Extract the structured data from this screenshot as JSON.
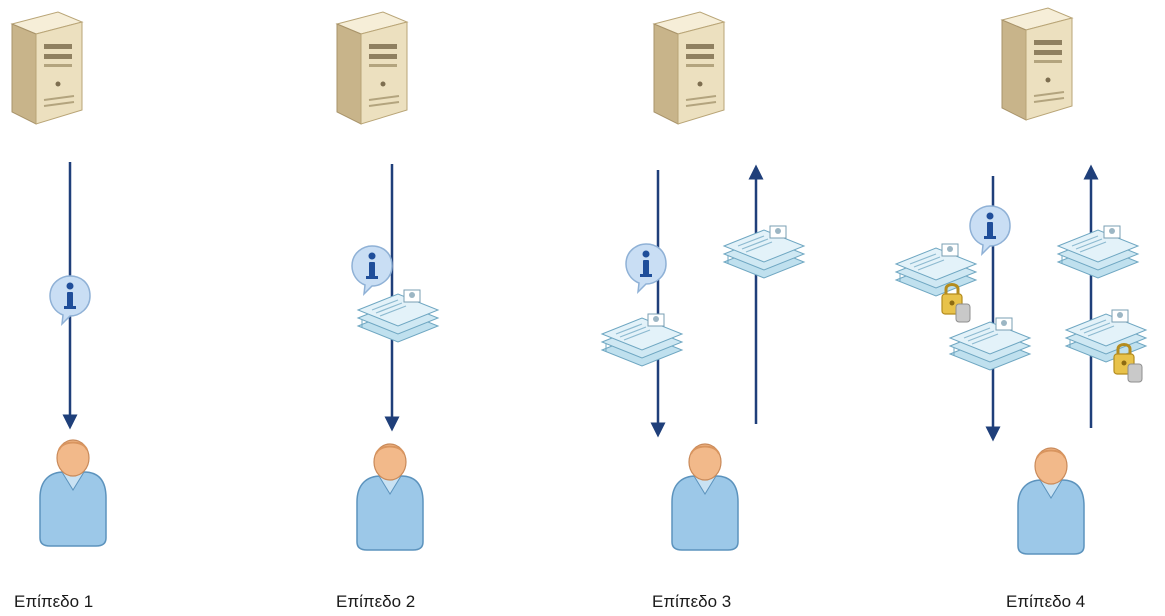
{
  "levels": [
    {
      "label": "Επίπεδο 1",
      "info_icon": "info-bubble-icon",
      "document_icon": "document-stack-icon",
      "user_icon": "user-icon",
      "server_icon": "server-icon"
    },
    {
      "label": "Επίπεδο 2",
      "info_icon": "info-bubble-icon",
      "document_icon": "document-stack-icon",
      "user_icon": "user-icon",
      "server_icon": "server-icon"
    },
    {
      "label": "Επίπεδο 3",
      "info_icon": "info-bubble-icon",
      "document_icon": "document-stack-icon",
      "user_icon": "user-icon",
      "server_icon": "server-icon"
    },
    {
      "label": "Επίπεδο 4",
      "info_icon": "info-bubble-icon",
      "document_icon": "document-stack-icon",
      "user_icon": "user-icon",
      "server_icon": "server-icon",
      "lock_icon": "padlock-icon"
    }
  ],
  "colors": {
    "arrow": "#1f3f7a",
    "server_light": "#efe4c6",
    "server_dark": "#c9b78f",
    "person_body": "#9cc8e8",
    "person_head": "#f2b98a",
    "doc_fill": "#d8eef7",
    "doc_stroke": "#6fa7c2",
    "info_bubble": "#c9def4",
    "info_letter": "#1f4e9a",
    "lock": "#e8c24a"
  }
}
